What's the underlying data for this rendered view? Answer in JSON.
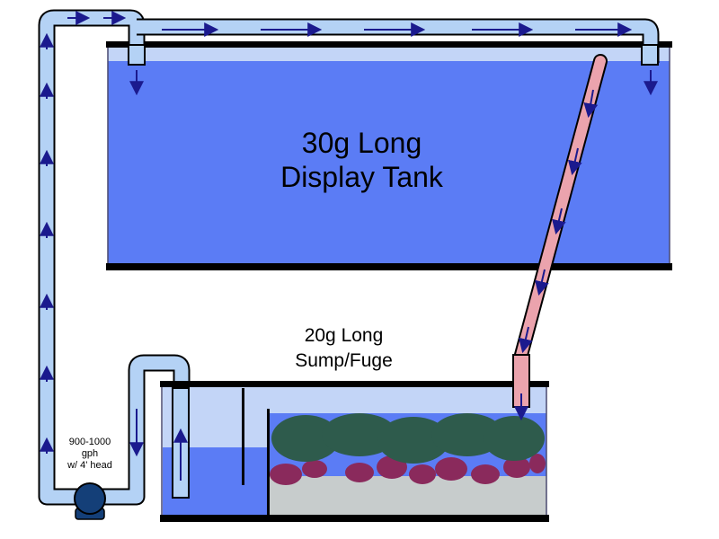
{
  "display_tank": {
    "label_line1": "30g Long",
    "label_line2": "Display Tank"
  },
  "sump": {
    "label_line1": "20g Long",
    "label_line2": "Sump/Fuge"
  },
  "pump": {
    "label_line1": "900-1000",
    "label_line2": "gph",
    "label_line3": "w/ 4' head"
  },
  "colors": {
    "water": "#5b7cf5",
    "water_light": "#c3d5f7",
    "pipe_return": "#b4d2f5",
    "pipe_drain": "#eba3ad",
    "arrow": "#1b1a8e",
    "outline": "#000000",
    "sand": "#c7cccc",
    "rock": "#8a2a5c",
    "macroalgae": "#2e5b4c",
    "pump_body": "#143f78"
  },
  "icons": {
    "pump": "pump-icon",
    "flow_arrow": "flow-arrow-icon"
  }
}
